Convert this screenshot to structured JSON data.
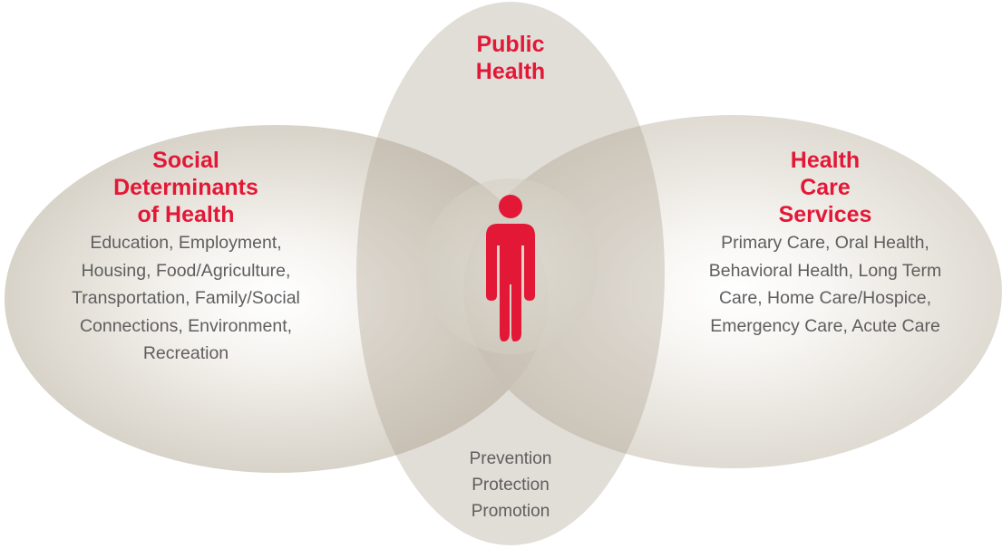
{
  "colors": {
    "accent": "#e31837",
    "body_text": "#5e5e5e",
    "circle_fill": "#a89f8c"
  },
  "public_health": {
    "title": [
      "Public",
      "Health"
    ],
    "items": [
      "Prevention",
      "Protection",
      "Promotion"
    ]
  },
  "social_determinants": {
    "title": [
      "Social",
      "Determinants",
      "of Health"
    ],
    "lines": [
      "Education, Employment,",
      "Housing, Food/Agriculture,",
      "Transportation, Family/Social",
      "Connections, Environment,",
      "Recreation"
    ]
  },
  "health_care_services": {
    "title": [
      "Health",
      "Care",
      "Services"
    ],
    "lines": [
      "Primary Care, Oral Health,",
      "Behavioral Health, Long Term",
      "Care, Home Care/Hospice,",
      "Emergency Care, Acute Care"
    ]
  },
  "center_icon": "person-icon"
}
